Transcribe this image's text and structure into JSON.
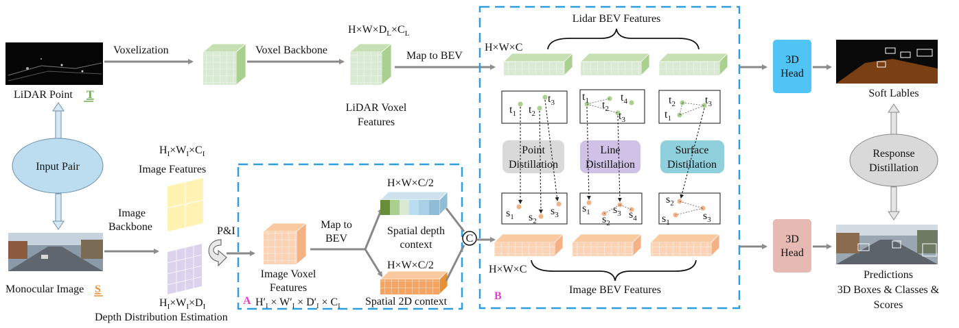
{
  "colors": {
    "green_cube": "#d9ead3",
    "orange_cube": "#fbd3b4",
    "yellow_plane": "#fff2b3",
    "lavender_plane": "#ddd2ee",
    "dashed_box": "#2c9ee0",
    "tag": "#e040c8",
    "arrow": "#8c8c8c",
    "head_top": "#4fc4f5",
    "head_bottom": "#e7b9b3",
    "point_pill": "#d9d9d9",
    "line_pill": "#cfc2e6",
    "surface_pill": "#8fd0dc",
    "ellipse_blue": "#bcdcf0",
    "ellipse_grey": "#d9d9d9"
  },
  "left": {
    "lidar_label": "LiDAR Point",
    "lidar_tag": "T",
    "input_pair": "Input Pair",
    "mono_label": "Monocular Image",
    "mono_tag": "S"
  },
  "lidar_branch": {
    "voxelization": "Voxelization",
    "voxel_backbone": "Voxel Backbone",
    "dims": "H×W×D_L×C_L",
    "voxel_features_1": "LiDAR Voxel",
    "voxel_features_2": "Features",
    "map_to_bev": "Map to BEV"
  },
  "image_branch": {
    "image_dims": "H_I×W_I×C_I",
    "image_features": "Image Features",
    "backbone_1": "Image",
    "backbone_2": "Backbone",
    "depth_dims": "H_I×W_I×D_I",
    "depth_label": "Depth Distribution Estimation",
    "pi_label": "P&I"
  },
  "module_a": {
    "tag": "A",
    "voxel_features_1": "Image Voxel",
    "voxel_features_2": "Features",
    "voxel_dims": "H′_I × W′_I × D′_I × C_I",
    "map_to_bev_1": "Map to",
    "map_to_bev_2": "BEV",
    "depth_dims": "H×W×C/2",
    "depth_ctx_1": "Spatial depth",
    "depth_ctx_2": "context",
    "ctx2d_dims": "H×W×C/2",
    "ctx2d": "Spatial 2D context",
    "concat": "C"
  },
  "module_b": {
    "tag": "B",
    "lidar_bev": "Lidar BEV Features",
    "lidar_dims": "H×W×C",
    "image_bev": "Image BEV Features",
    "image_dims": "H×W×C",
    "point_1": "Point",
    "point_2": "Distillation",
    "line_1": "Line",
    "line_2": "Distillation",
    "surface_1": "Surface",
    "surface_2": "Distillation"
  },
  "right": {
    "head_top": "3D Head",
    "head_bottom": "3D Head",
    "soft_labels": "Soft Lables",
    "response_1": "Response",
    "response_2": "Distillation",
    "predictions": "Predictions",
    "pred_line2": "3D Boxes & Classes &",
    "pred_line3": "Scores"
  }
}
